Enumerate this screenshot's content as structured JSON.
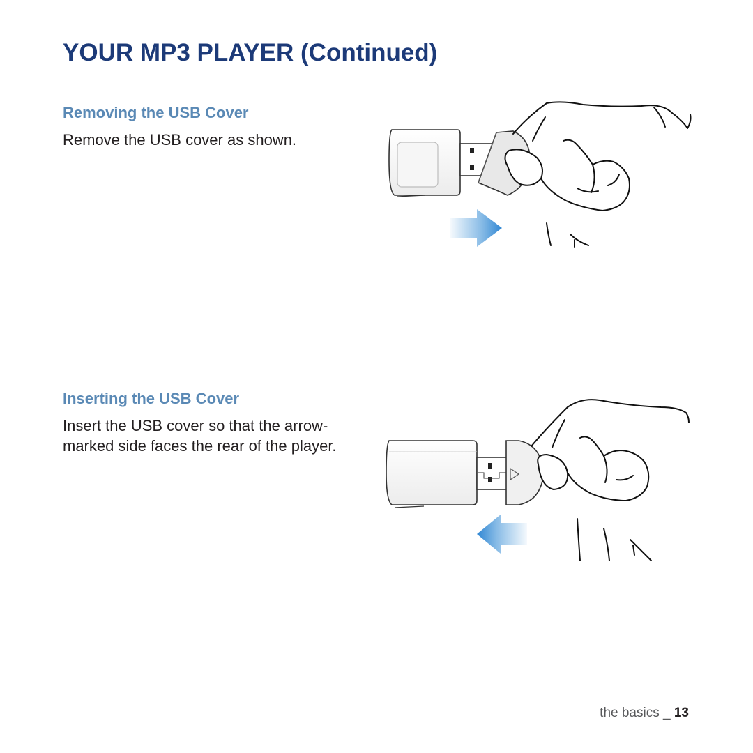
{
  "header": {
    "title": "YOUR MP3 PLAYER (Continued)"
  },
  "sections": [
    {
      "heading": "Removing the USB Cover",
      "text": "Remove the USB cover as shown."
    },
    {
      "heading": "Inserting the USB Cover",
      "text": "Insert the USB cover so that the arrow-marked side faces the rear of the player."
    }
  ],
  "footer": {
    "section_label": "the basics _",
    "page_number": "13"
  },
  "colors": {
    "title": "#1c3a78",
    "heading": "#5a89b5",
    "arrow": "#3a8fd6"
  }
}
